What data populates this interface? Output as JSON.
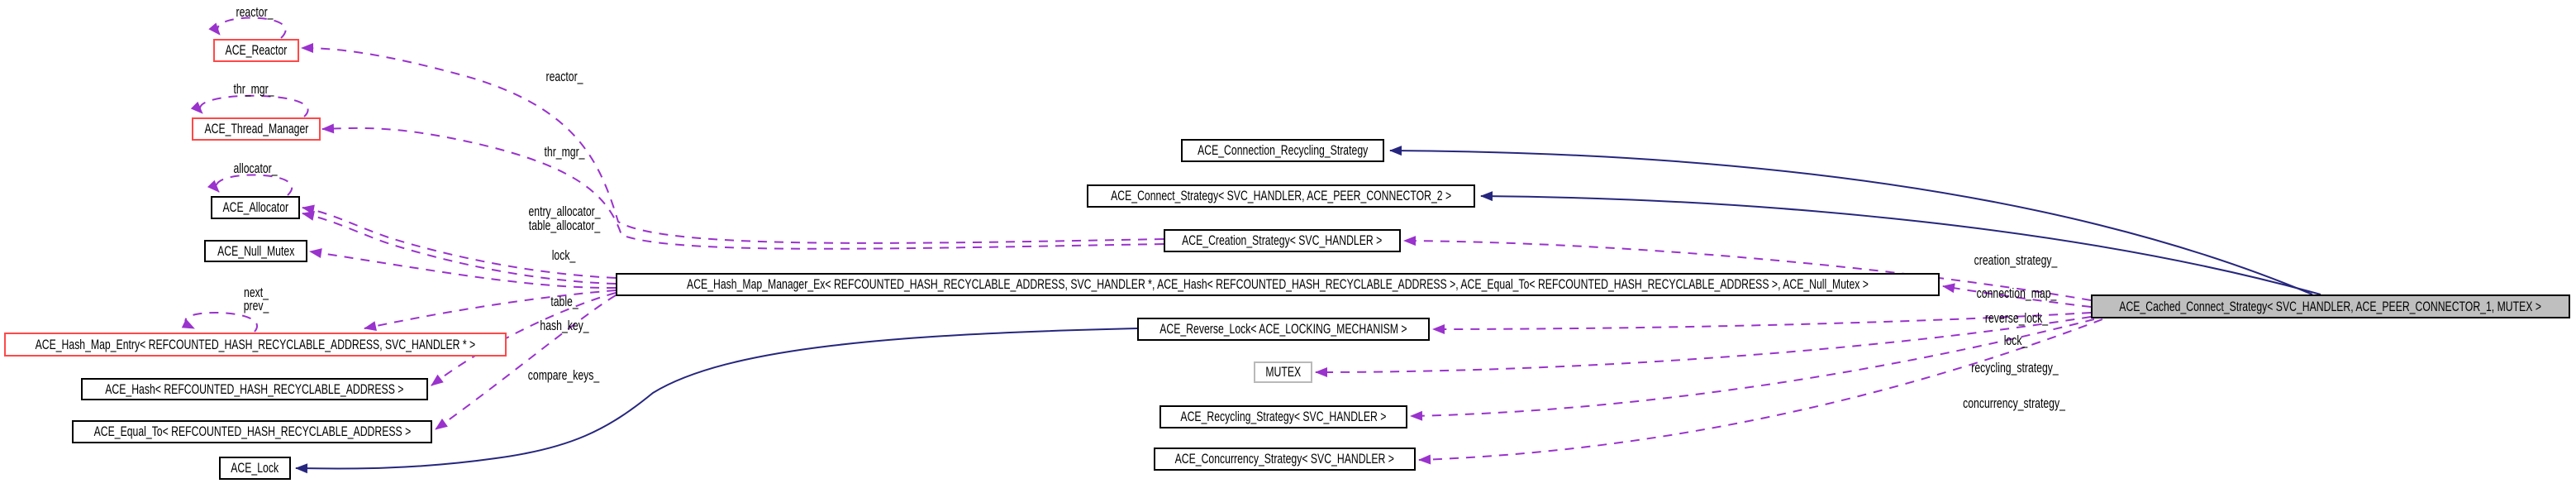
{
  "diagram": {
    "kind": "collaboration-graph",
    "colors": {
      "inheritance_edge": "#26267e",
      "usage_edge": "#9a32cd",
      "alert_border": "#ff4848",
      "node_border": "#000000",
      "template_param_border": "#b9b9b9",
      "focus_fill": "#bfbfbf"
    },
    "nodes": {
      "reactor": {
        "label": "ACE_Reactor"
      },
      "thread_manager": {
        "label": "ACE_Thread_Manager"
      },
      "allocator": {
        "label": "ACE_Allocator"
      },
      "null_mutex": {
        "label": "ACE_Null_Mutex"
      },
      "hash_map_entry": {
        "label": "ACE_Hash_Map_Entry< REFCOUNTED_HASH_RECYCLABLE_ADDRESS, SVC_HANDLER * >"
      },
      "hash": {
        "label": "ACE_Hash< REFCOUNTED_HASH_RECYCLABLE_ADDRESS >"
      },
      "equal_to": {
        "label": "ACE_Equal_To< REFCOUNTED_HASH_RECYCLABLE_ADDRESS >"
      },
      "lock": {
        "label": "ACE_Lock"
      },
      "hash_map_manager": {
        "label": "ACE_Hash_Map_Manager_Ex< REFCOUNTED_HASH_RECYCLABLE_ADDRESS, SVC_HANDLER *, ACE_Hash< REFCOUNTED_HASH_RECYCLABLE_ADDRESS >, ACE_Equal_To< REFCOUNTED_HASH_RECYCLABLE_ADDRESS >, ACE_Null_Mutex >"
      },
      "connection_recycling": {
        "label": "ACE_Connection_Recycling_Strategy"
      },
      "connect_strategy": {
        "label": "ACE_Connect_Strategy< SVC_HANDLER, ACE_PEER_CONNECTOR_2 >"
      },
      "creation_strategy": {
        "label": "ACE_Creation_Strategy< SVC_HANDLER >"
      },
      "reverse_lock": {
        "label": "ACE_Reverse_Lock< ACE_LOCKING_MECHANISM >"
      },
      "mutex": {
        "label": "MUTEX"
      },
      "recycling_strategy": {
        "label": "ACE_Recycling_Strategy< SVC_HANDLER >"
      },
      "concurrency_strategy": {
        "label": "ACE_Concurrency_Strategy< SVC_HANDLER >"
      },
      "cached_connect": {
        "label": "ACE_Cached_Connect_Strategy< SVC_HANDLER, ACE_PEER_CONNECTOR_1, MUTEX >"
      }
    },
    "edge_labels": {
      "self_reactor": "reactor_",
      "self_thr_mgr": "thr_mgr_",
      "self_allocator": "allocator_",
      "self_next": "next_",
      "self_prev": "prev_",
      "mid_reactor": "reactor_",
      "mid_thr_mgr": "thr_mgr_",
      "entry_allocator": "entry_allocator_",
      "table_allocator": "table_allocator_",
      "mid_lock": "lock_",
      "table": "table_",
      "hash_key": "hash_key_",
      "compare_keys": "compare_keys_",
      "creation_strategy": "creation_strategy_",
      "connection_map": "connection_map_",
      "reverse_lock": "reverse_lock_",
      "right_lock": "lock_",
      "recycling_strategy": "recycling_strategy_",
      "concurrency_strategy": "concurrency_strategy_"
    }
  }
}
